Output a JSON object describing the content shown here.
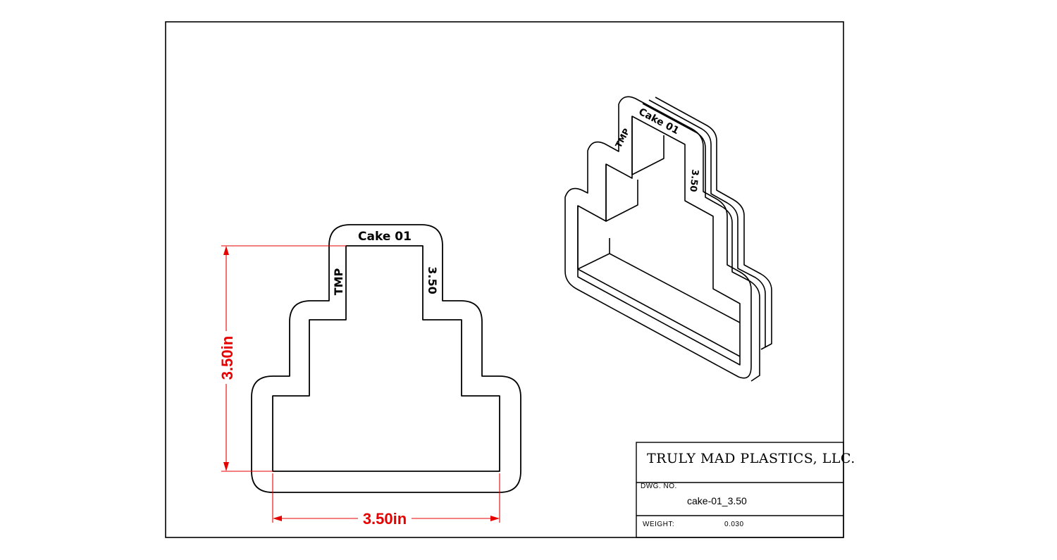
{
  "title_block": {
    "company": "TRULY MAD PLASTICS, LLC.",
    "dwg_no_label": "DWG. NO.",
    "dwg_no_value": "cake-01_3.50",
    "weight_label": "WEIGHT:",
    "weight_value": "0.030"
  },
  "front_view": {
    "top_label": "Cake 01",
    "left_label": "TMP",
    "right_label": "3.50",
    "height_dimension": "3.50in",
    "width_dimension": "3.50in"
  },
  "iso_view": {
    "top_label": "Cake 01",
    "left_label": "TMP",
    "right_label": "3.50"
  },
  "colors": {
    "outline": "#000000",
    "dimension": "#e60000"
  }
}
